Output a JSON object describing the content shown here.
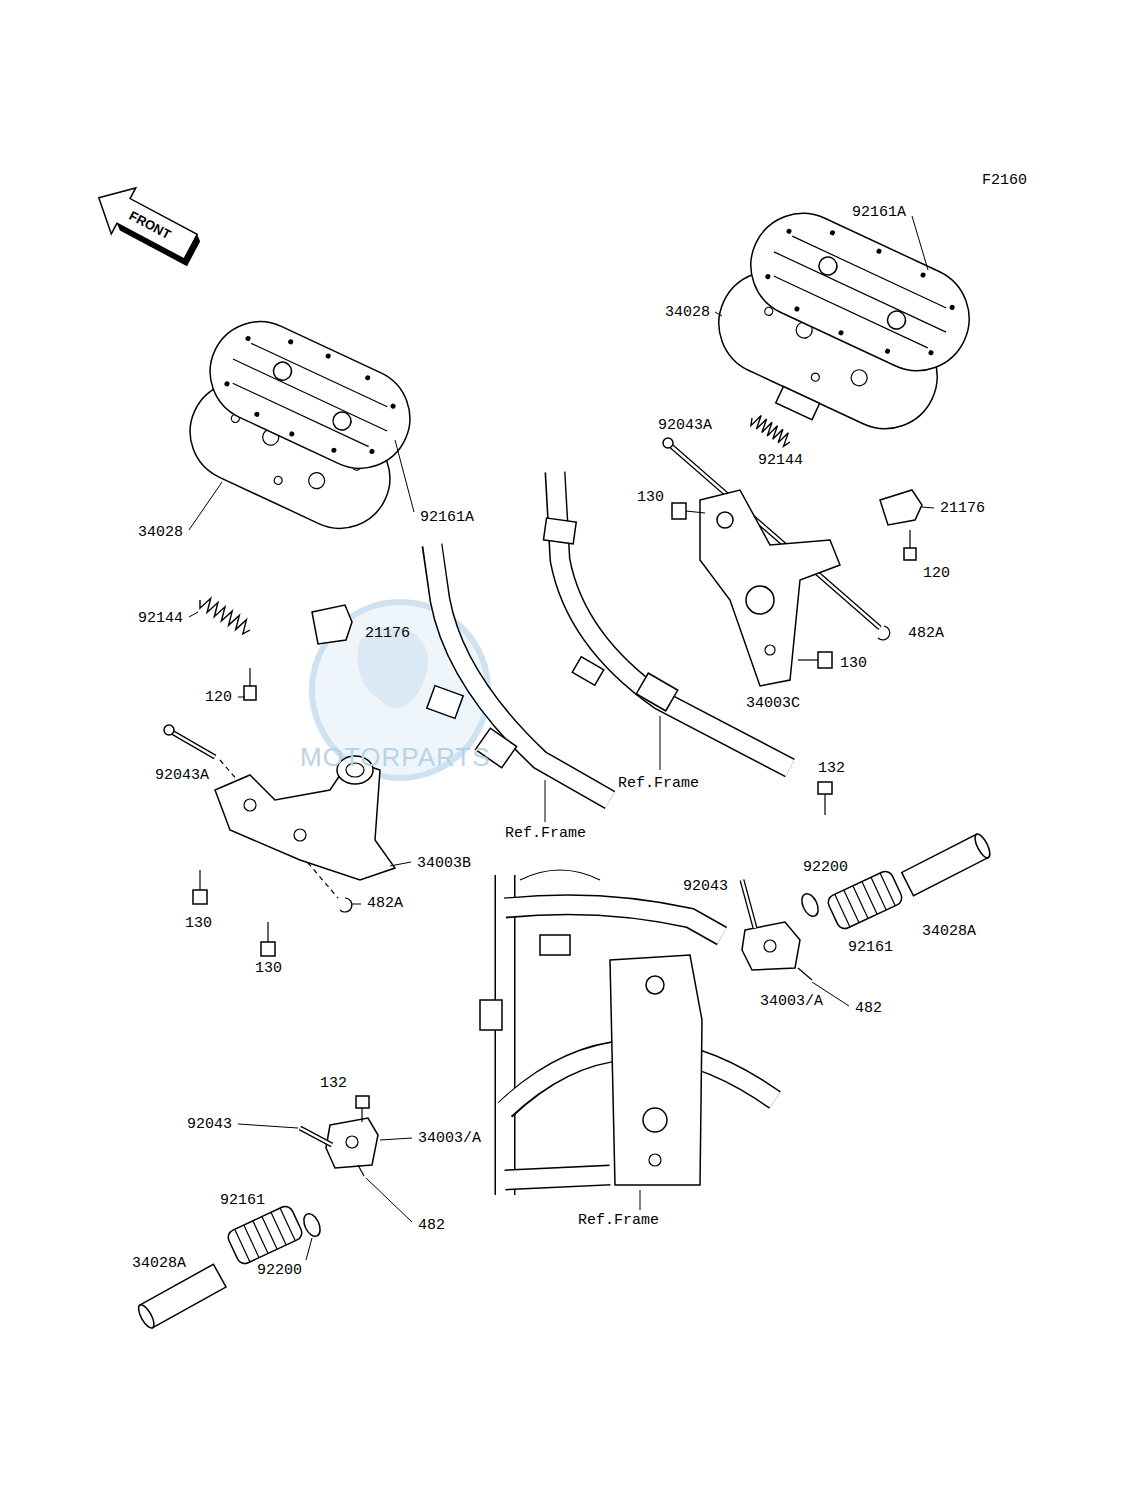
{
  "diagram": {
    "labels": [
      "F2160",
      "FRONT",
      "92161A",
      "34028",
      "92043A",
      "92144",
      "130",
      "21176",
      "120",
      "482A",
      "130",
      "34003C",
      "Ref.Frame",
      "92161A",
      "34028",
      "92144",
      "21176",
      "120",
      "92043A",
      "Ref.Frame",
      "34003B",
      "130",
      "482A",
      "130",
      "132",
      "92200",
      "34028A",
      "92043",
      "92161",
      "34003/A",
      "482",
      "132",
      "92043",
      "34003/A",
      "92161",
      "482",
      "34028A",
      "92200",
      "Ref.Frame",
      "MOTORPARTS"
    ]
  }
}
